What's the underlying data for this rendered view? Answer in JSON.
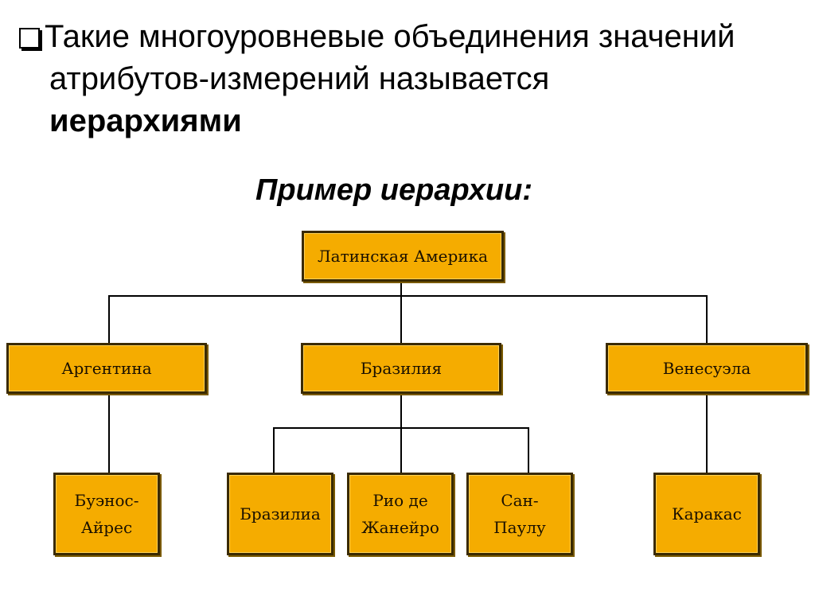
{
  "bullet": {
    "line1": "Такие многоуровневые объединения значений",
    "line2": "атрибутов-измерений называется",
    "line3": "иерархиями"
  },
  "example_title": "Пример иерархии:",
  "hierarchy": {
    "root": "Латинская Америка",
    "countries": [
      "Аргентина",
      "Бразилия",
      "Венесуэла"
    ],
    "cities": {
      "argentina": [
        "Буэнос-\nАйрес"
      ],
      "brazil": [
        "Бразилиа",
        "Рио де\nЖанейро",
        "Сан-\nПаулу"
      ],
      "venezuela": [
        "Каракас"
      ]
    }
  },
  "colors": {
    "node_fill": "#f5ac00",
    "node_border": "#3a2a00"
  }
}
